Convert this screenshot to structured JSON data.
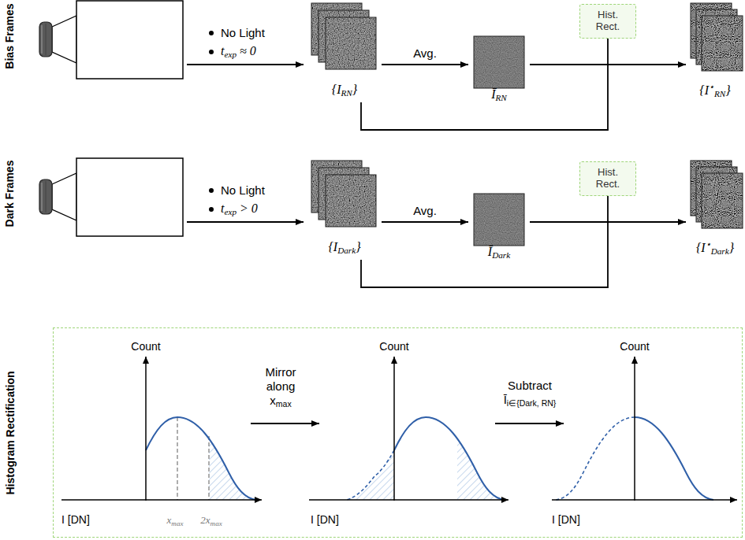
{
  "diagram": {
    "nodes": [
      {
        "text": [
          "{IRN}"
        ]
      },
      {
        "text": [
          "ĪRN"
        ]
      },
      {
        "text": [
          "Hist. Rect."
        ]
      },
      {
        "text": [
          "{I⋆RN}"
        ]
      },
      {
        "text": [
          "{IDark}"
        ]
      },
      {
        "text": [
          "ĪDark"
        ]
      },
      {
        "text": [
          "Hist. Rect."
        ]
      },
      {
        "text": [
          "{I⋆Dark}"
        ]
      },
      {
        "text": [
          "Histogram Rectification"
        ]
      }
    ],
    "edges": [
      {
        "from": 0,
        "to": 1,
        "label": "Avg.",
        "arrow": "to"
      },
      {
        "from": 1,
        "to": 3,
        "arrow": "to"
      },
      {
        "from": 0,
        "to": 2,
        "arrow": "none"
      },
      {
        "from": 4,
        "to": 5,
        "label": "Avg.",
        "arrow": "to"
      },
      {
        "from": 5,
        "to": 7,
        "arrow": "to"
      },
      {
        "from": 4,
        "to": 6,
        "arrow": "none"
      }
    ],
    "labels": [
      "Bias Frames",
      "No Light",
      "texp ≈ 0",
      "Dark Frames",
      "No Light",
      "texp > 0",
      "Count",
      "I [DN]",
      "xmax",
      "2xmax",
      "Mirror along xmax",
      "Count",
      "I [DN]",
      "Subtract Īi∈{Dark, RN}",
      "Count",
      "I [DN]"
    ]
  }
}
